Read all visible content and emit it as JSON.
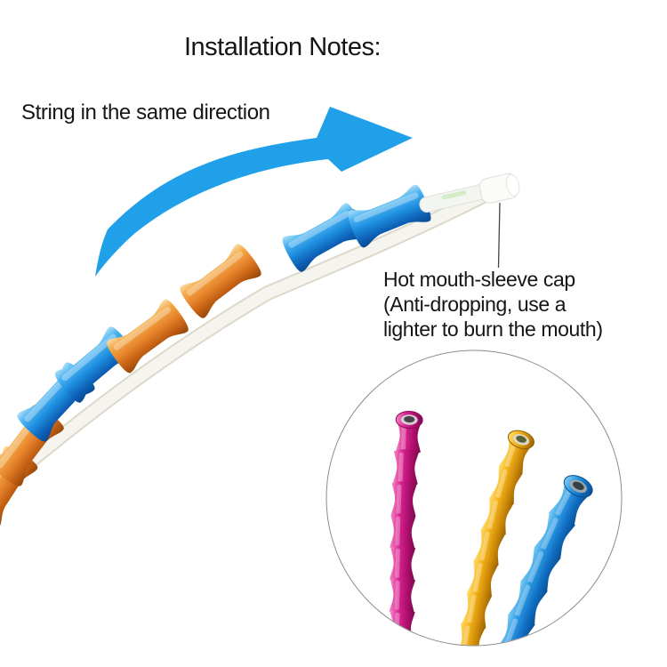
{
  "title": "Installation Notes:",
  "annotations": {
    "direction": "String in the same direction",
    "cap_callout_lines": [
      "Hot mouth-sleeve cap",
      "(Anti-dropping, use a",
      "lighter to burn the mouth)"
    ]
  },
  "graphics": {
    "arrow": {
      "shape": "curved-swoosh-arrow",
      "color": "#1fa0e8"
    },
    "bead_string": {
      "description": "metallic bamboo-node beads strung on a white cord, tip sealed with white cap",
      "bead_colors_bottom_to_tip": [
        "orange",
        "orange",
        "blue",
        "blue",
        "orange",
        "orange",
        "blue",
        "blue"
      ],
      "orange_color": "#e8852c",
      "blue_color": "#1e8fe0",
      "cord_color": "#f4f1e8",
      "tip_cap_color": "#fbfbf8"
    },
    "callout_line_color": "#444444",
    "inset_circle": {
      "border_color": "#8c8c8c",
      "variants": [
        {
          "name": "pink whip",
          "color": "#cc1680"
        },
        {
          "name": "gold whip",
          "color": "#eaa90f"
        },
        {
          "name": "blue whip",
          "color": "#1777cd"
        }
      ]
    }
  },
  "colors": {
    "background": "#ffffff",
    "text": "#151515"
  }
}
